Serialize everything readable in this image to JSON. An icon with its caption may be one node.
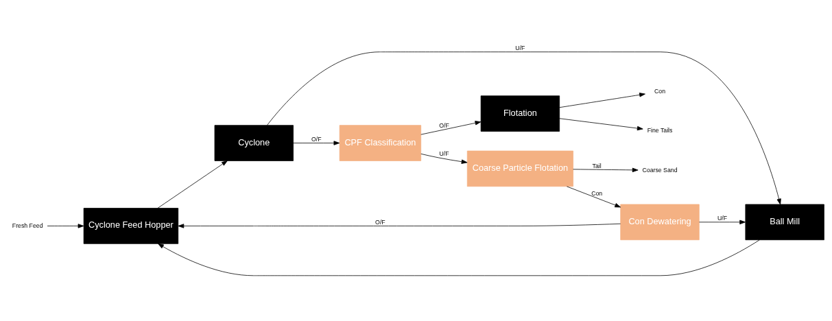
{
  "diagram": {
    "nodes": [
      {
        "text": [
          "Fresh Feed"
        ]
      },
      {
        "text": [
          "Cyclone Feed Hopper"
        ]
      },
      {
        "text": [
          "Ball Mill"
        ]
      },
      {
        "text": [
          "Cyclone"
        ]
      },
      {
        "text": [
          "CPF Classification"
        ]
      },
      {
        "text": [
          "Flotation"
        ]
      },
      {
        "text": [
          "Fine Tails"
        ]
      },
      {
        "text": [
          "Con"
        ]
      },
      {
        "text": [
          "Coarse Particle Flotation"
        ]
      },
      {
        "text": [
          "Con Dewatering"
        ]
      },
      {
        "text": [
          "Coarse Sand"
        ]
      }
    ],
    "edges": [
      {
        "from": 0,
        "to": 1,
        "arrow": "to"
      },
      {
        "from": 1,
        "to": 3,
        "arrow": "to"
      },
      {
        "from": 3,
        "to": 2,
        "label": "U/F",
        "arrow": "to"
      },
      {
        "from": 2,
        "to": 1,
        "arrow": "to"
      },
      {
        "from": 3,
        "to": 4,
        "label": "O/F",
        "arrow": "to"
      },
      {
        "from": 4,
        "to": 5,
        "label": "O/F",
        "arrow": "to"
      },
      {
        "from": 5,
        "to": 6,
        "arrow": "to"
      },
      {
        "from": 5,
        "to": 7,
        "arrow": "to"
      },
      {
        "from": 4,
        "to": 8,
        "label": "U/F",
        "arrow": "to"
      },
      {
        "from": 8,
        "to": 9,
        "label": "Con",
        "arrow": "to"
      },
      {
        "from": 8,
        "to": 10,
        "label": "Tail",
        "arrow": "to"
      },
      {
        "from": 9,
        "to": 1,
        "label": "O/F",
        "arrow": "to"
      },
      {
        "from": 9,
        "to": 2,
        "label": "U/F",
        "arrow": "to"
      }
    ]
  }
}
